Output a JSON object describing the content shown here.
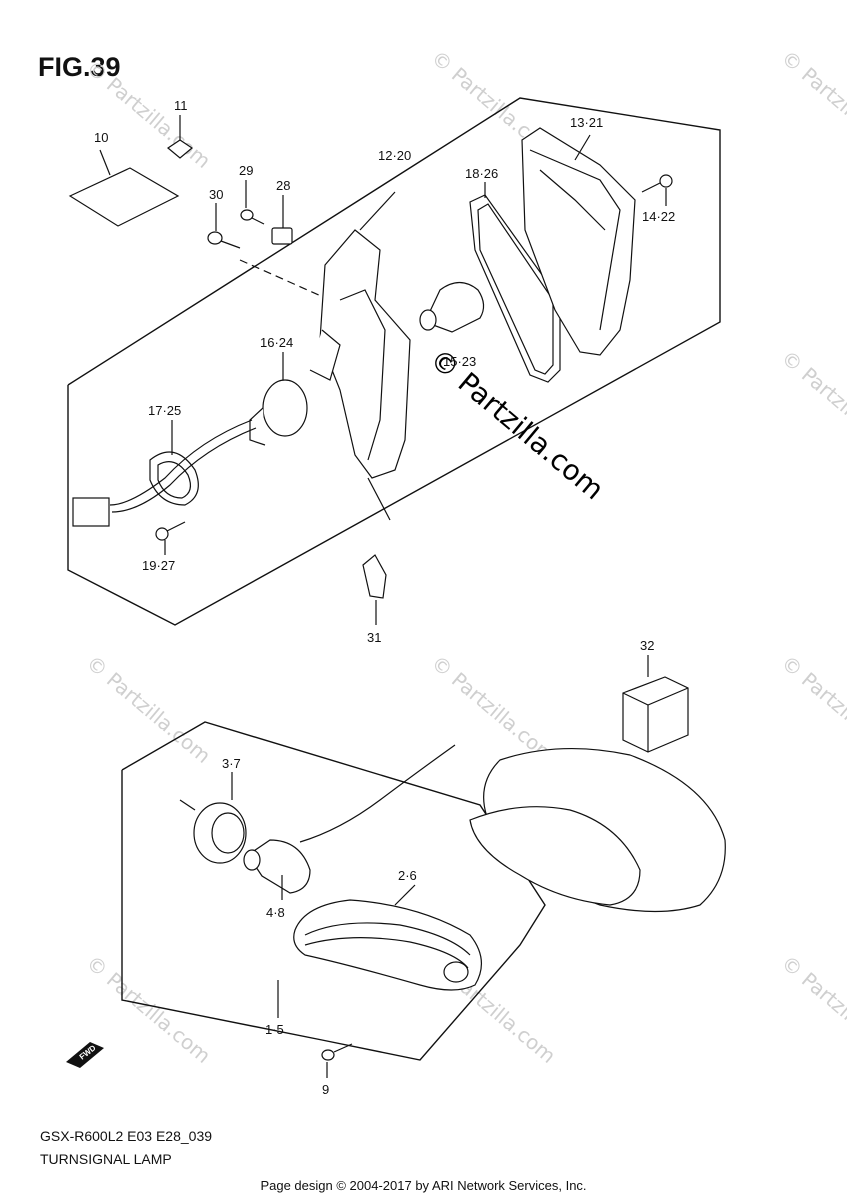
{
  "figure": {
    "title": "FIG.39",
    "model_code": "GSX-R600L2 E03 E28_039",
    "part_name": "TURNSIGNAL LAMP"
  },
  "footer": "Page design © 2004-2017 by ARI Network Services, Inc.",
  "watermark": {
    "text": "© Partzilla.com"
  },
  "callouts": [
    {
      "id": "c10",
      "text": "10"
    },
    {
      "id": "c11",
      "text": "11"
    },
    {
      "id": "c29",
      "text": "29"
    },
    {
      "id": "c28",
      "text": "28"
    },
    {
      "id": "c30",
      "text": "30"
    },
    {
      "id": "c12_20",
      "text": "12·20"
    },
    {
      "id": "c18_26",
      "text": "18·26"
    },
    {
      "id": "c13_21",
      "text": "13·21"
    },
    {
      "id": "c14_22",
      "text": "14·22"
    },
    {
      "id": "c16_24",
      "text": "16·24"
    },
    {
      "id": "c15_23",
      "text": "15·23"
    },
    {
      "id": "c17_25",
      "text": "17·25"
    },
    {
      "id": "c19_27",
      "text": "19·27"
    },
    {
      "id": "c31",
      "text": "31"
    },
    {
      "id": "c32",
      "text": "32"
    },
    {
      "id": "c3_7",
      "text": "3·7"
    },
    {
      "id": "c2_6",
      "text": "2·6"
    },
    {
      "id": "c4_8",
      "text": "4·8"
    },
    {
      "id": "c1_5",
      "text": "1·5"
    },
    {
      "id": "c9",
      "text": "9"
    }
  ],
  "fwd_badge": "FWD"
}
